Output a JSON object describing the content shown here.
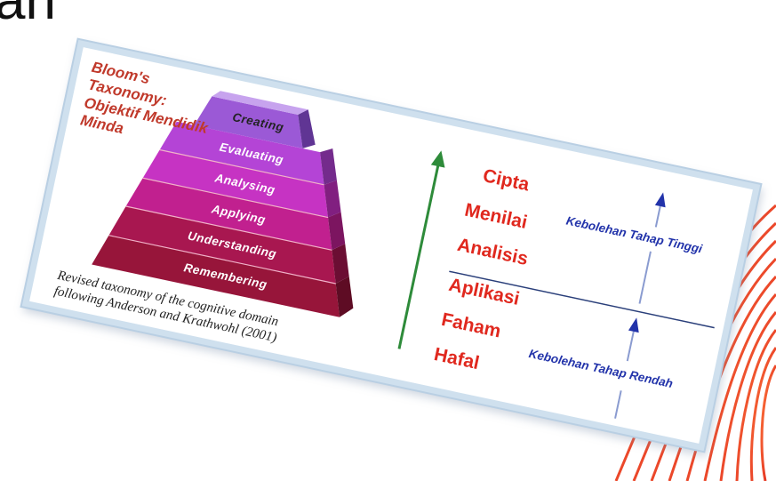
{
  "slide": {
    "title_fragment": "an"
  },
  "figure": {
    "heading_lines": [
      "Bloom's",
      "Taxonomy:",
      "Objektif Mendidik",
      "Minda"
    ],
    "pyramid_levels": [
      "Creating",
      "Evaluating",
      "Analysing",
      "Applying",
      "Understanding",
      "Remembering"
    ],
    "malay_levels": [
      "Cipta",
      "Menilai",
      "Analisis",
      "Aplikasi",
      "Faham",
      "Hafal"
    ],
    "higher_ability": "Kebolehan Tahap Tinggi",
    "lower_ability": "Kebolehan Tahap Rendah",
    "caption_lines": [
      "Revised taxonomy of the cognitive domain",
      "following Anderson and Krathwohl (2001)"
    ]
  },
  "colors": {
    "level_fills": [
      "#9b59d6",
      "#b444d6",
      "#c633c3",
      "#c1208f",
      "#a81750",
      "#97153a"
    ],
    "label_red": "#e0281e",
    "ability_blue": "#2233aa",
    "growth_arrow": "#2e8b3a"
  }
}
